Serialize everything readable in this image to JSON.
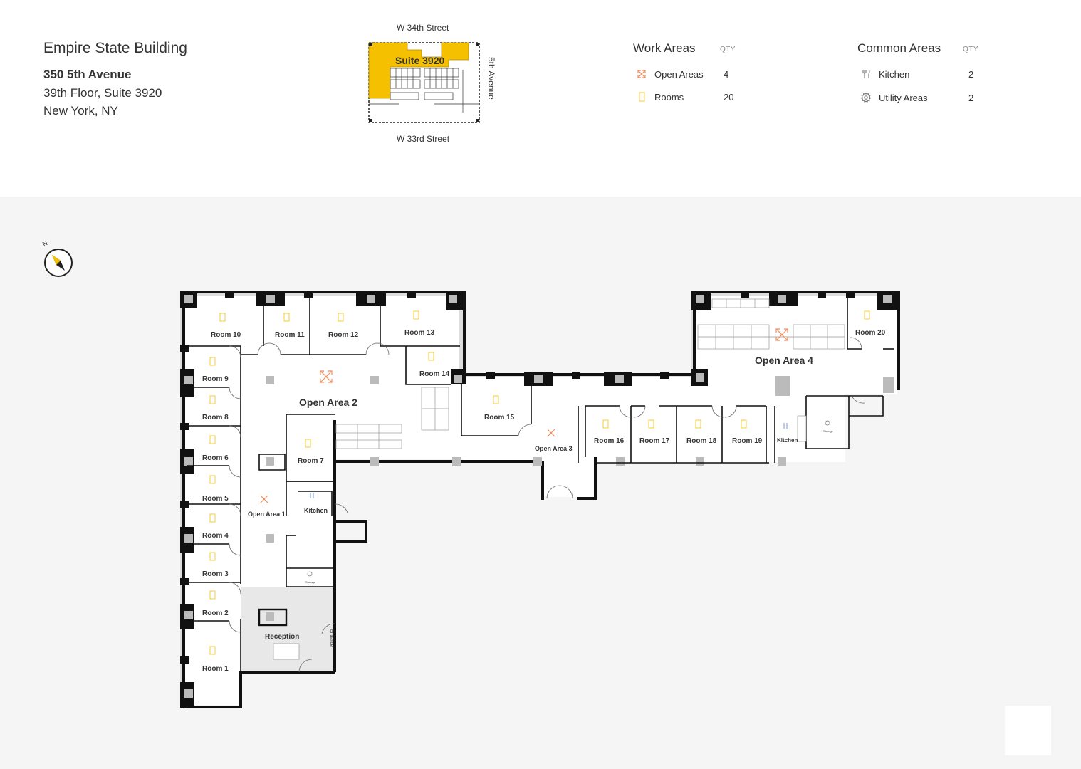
{
  "building": {
    "name": "Empire State Building",
    "address": "350 5th Avenue",
    "floor_suite": "39th Floor, Suite 3920",
    "city": "New York, NY"
  },
  "keymap": {
    "suite_label": "Suite 3920",
    "street_north": "W 34th Street",
    "street_south": "W 33rd Street",
    "street_east": "5th Avenue",
    "highlight_color": "#f5c000"
  },
  "legend": {
    "work": {
      "title": "Work Areas",
      "qty_header": "QTY",
      "items": [
        {
          "label": "Open Areas",
          "qty": "4",
          "icon": "expand-arrows-icon"
        },
        {
          "label": "Rooms",
          "qty": "20",
          "icon": "door-icon"
        }
      ]
    },
    "common": {
      "title": "Common Areas",
      "qty_header": "QTY",
      "items": [
        {
          "label": "Kitchen",
          "qty": "2",
          "icon": "fork-knife-icon"
        },
        {
          "label": "Utility Areas",
          "qty": "2",
          "icon": "gear-icon"
        }
      ]
    }
  },
  "compass": {
    "label": "N"
  },
  "floorplan": {
    "open_areas": [
      "Open Area 1",
      "Open Area 2",
      "Open Area 3",
      "Open Area 4"
    ],
    "rooms": [
      "Room 1",
      "Room 2",
      "Room 3",
      "Room 4",
      "Room 5",
      "Room 6",
      "Room 7",
      "Room 8",
      "Room 9",
      "Room 10",
      "Room 11",
      "Room 12",
      "Room 13",
      "Room 14",
      "Room 15",
      "Room 16",
      "Room 17",
      "Room 18",
      "Room 19",
      "Room 20"
    ],
    "kitchens": [
      "Kitchen",
      "Kitchen"
    ],
    "storage": [
      "Storage",
      "Storage"
    ],
    "reception": "Reception",
    "entrance": "Entrance",
    "colors": {
      "wall": "#111111",
      "room_icon": "#f5c000",
      "open_area_icon": "#f28c5a",
      "column": "#bbbbbb",
      "reception_fill": "#e8e8e8"
    }
  }
}
